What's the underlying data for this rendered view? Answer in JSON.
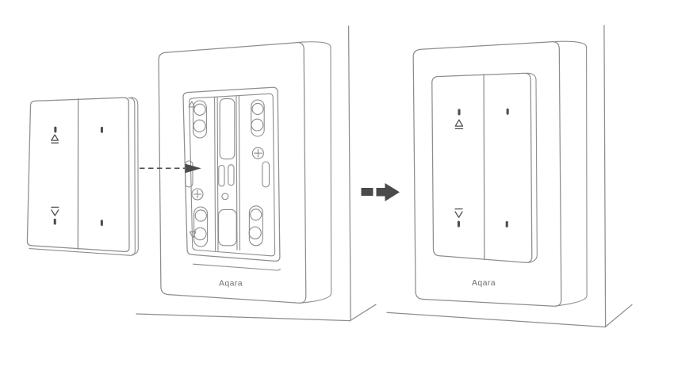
{
  "theme": {
    "bg-color": "#ffffff",
    "line-color": "#8d8d8d",
    "glyph-color": "#4f4f4f",
    "dark-color": "#4a4a4a",
    "logo-color": "#6e6e6e"
  },
  "diagram": {
    "type": "installation-step-illustration",
    "units": {
      "cover_panel": {
        "kind": "two-rocker-switch-cover",
        "indicators": {
          "up_icon": "triangle-up-with-underline",
          "down_icon": "triangle-down-with-overline",
          "led_dots": 4
        }
      },
      "wall_assembly": {
        "kind": "mounted-base-plate-in-wall-frame",
        "brand_label": "Aqara",
        "features": [
          "keyhole-slot-top-left",
          "keyhole-slot-top-right",
          "keyhole-slot-bottom-left",
          "keyhole-slot-bottom-right",
          "phillips-screw-left",
          "phillips-screw-right",
          "cable-opening-top",
          "cable-opening-bottom",
          "side-clip-slots",
          "triangle-up-mark",
          "triangle-down-mark"
        ]
      },
      "installed_switch": {
        "kind": "finished-installed-switch",
        "brand_label": "Aqara",
        "indicators": {
          "up_icon": "triangle-up-with-underline",
          "down_icon": "triangle-down-with-overline",
          "led_dots": 4
        }
      }
    },
    "arrows": {
      "attach_arrow": "dashed-right-arrow",
      "step_arrow": "solid-right-arrow"
    }
  }
}
